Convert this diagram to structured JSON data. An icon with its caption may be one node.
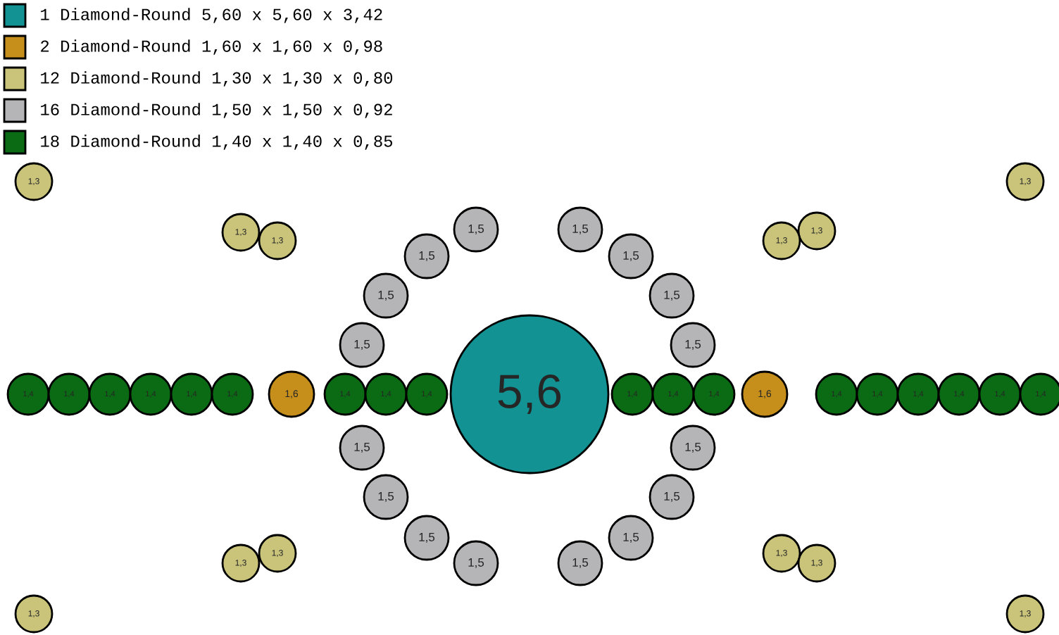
{
  "diagram": {
    "nodes": [
      {
        "text": [
          "1,3"
        ]
      },
      {
        "text": [
          "1,3"
        ]
      },
      {
        "text": [
          "1,5"
        ]
      },
      {
        "text": [
          "1,5"
        ]
      },
      {
        "text": [
          "1,3"
        ]
      },
      {
        "text": [
          "1,3"
        ]
      },
      {
        "text": [
          "1,3"
        ]
      },
      {
        "text": [
          "1,3"
        ]
      },
      {
        "text": [
          "1,5"
        ]
      },
      {
        "text": [
          "1,5"
        ]
      },
      {
        "text": [
          "1,5"
        ]
      },
      {
        "text": [
          "1,5"
        ]
      },
      {
        "text": [
          "1,5"
        ]
      },
      {
        "text": [
          "1,5"
        ]
      },
      {
        "text": [
          "5,6"
        ]
      },
      {
        "text": [
          "1,4"
        ]
      },
      {
        "text": [
          "1,4"
        ]
      },
      {
        "text": [
          "1,4"
        ]
      },
      {
        "text": [
          "1,4"
        ]
      },
      {
        "text": [
          "1,4"
        ]
      },
      {
        "text": [
          "1,4"
        ]
      },
      {
        "text": [
          "1,6"
        ]
      },
      {
        "text": [
          "1,4"
        ]
      },
      {
        "text": [
          "1,4"
        ]
      },
      {
        "text": [
          "1,4"
        ]
      },
      {
        "text": [
          "1,4"
        ]
      },
      {
        "text": [
          "1,4"
        ]
      },
      {
        "text": [
          "1,4"
        ]
      },
      {
        "text": [
          "1,6"
        ]
      },
      {
        "text": [
          "1,4"
        ]
      },
      {
        "text": [
          "1,4"
        ]
      },
      {
        "text": [
          "1,4"
        ]
      },
      {
        "text": [
          "1,4"
        ]
      },
      {
        "text": [
          "1,4"
        ]
      },
      {
        "text": [
          "1,4"
        ]
      },
      {
        "text": [
          "1,5"
        ]
      },
      {
        "text": [
          "1,5"
        ]
      },
      {
        "text": [
          "1,5"
        ]
      },
      {
        "text": [
          "1,5"
        ]
      },
      {
        "text": [
          "1,5"
        ]
      },
      {
        "text": [
          "1,5"
        ]
      },
      {
        "text": [
          "1,3"
        ]
      },
      {
        "text": [
          "1,3"
        ]
      },
      {
        "text": [
          "1,3"
        ]
      },
      {
        "text": [
          "1,3"
        ]
      },
      {
        "text": [
          "1,5"
        ]
      },
      {
        "text": [
          "1,5"
        ]
      },
      {
        "text": [
          "1,3"
        ]
      },
      {
        "text": [
          "1,3"
        ]
      }
    ],
    "legend": [
      {
        "text": "1 Diamond-Round 5,60 x 5,60 x 3,42",
        "color": "#139294"
      },
      {
        "text": "2 Diamond-Round 1,60 x 1,60 x 0,98",
        "color": "#c68f1c"
      },
      {
        "text": "12 Diamond-Round 1,30 x 1,30 x 0,80",
        "color": "#c9c47a"
      },
      {
        "text": "16 Diamond-Round 1,50 x 1,50 x 0,92",
        "color": "#b5b5b7"
      },
      {
        "text": "18 Diamond-Round 1,40 x 1,40 x 0,85",
        "color": "#0b6a14"
      }
    ]
  }
}
